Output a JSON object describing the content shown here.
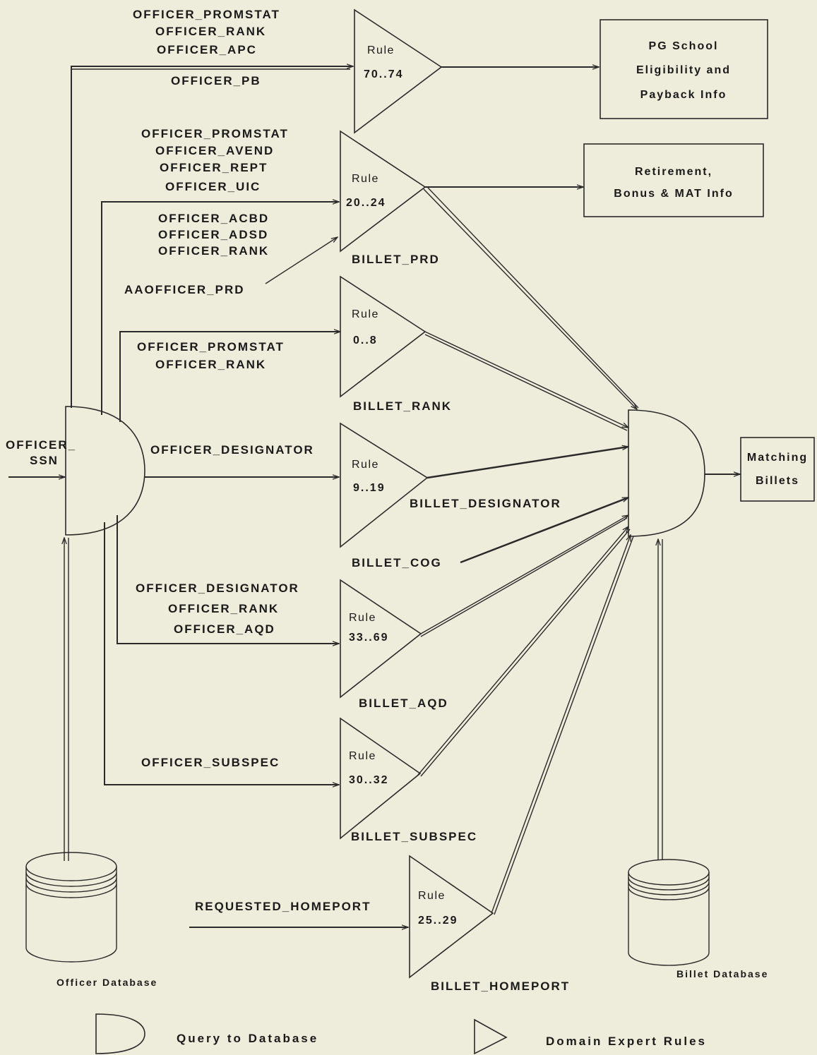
{
  "query_gates": {
    "officer": {
      "input_label_line1": "OFFICER_",
      "input_label_line2": "SSN"
    },
    "billet": {}
  },
  "rule_blocks": [
    {
      "id": "pg",
      "rule_word": "Rule",
      "range": "70..74",
      "output_label": "",
      "inputs": [
        "OFFICER_PROMSTAT",
        "OFFICER_RANK",
        "OFFICER_APC",
        "OFFICER_PB"
      ]
    },
    {
      "id": "retire",
      "rule_word": "Rule",
      "range": "20..24",
      "output_label": "BILLET_PRD",
      "inputs": [
        "OFFICER_PROMSTAT",
        "OFFICER_AVEND",
        "OFFICER_REPT",
        "OFFICER_UIC",
        "OFFICER_ACBD",
        "OFFICER_ADSD",
        "OFFICER_RANK",
        "AAOFFICER_PRD"
      ]
    },
    {
      "id": "rank",
      "rule_word": "Rule",
      "range": "0..8",
      "output_label": "BILLET_RANK",
      "inputs": [
        "OFFICER_PROMSTAT",
        "OFFICER_RANK"
      ]
    },
    {
      "id": "desig",
      "rule_word": "Rule",
      "range": "9..19",
      "output_label": "BILLET_DESIGNATOR",
      "inputs": [
        "OFFICER_DESIGNATOR"
      ]
    },
    {
      "id": "aqd",
      "rule_word": "Rule",
      "range": "33..69",
      "output_label": "BILLET_AQD",
      "inputs": [
        "OFFICER_DESIGNATOR",
        "OFFICER_RANK",
        "OFFICER_AQD"
      ]
    },
    {
      "id": "subspec",
      "rule_word": "Rule",
      "range": "30..32",
      "output_label": "BILLET_SUBSPEC",
      "inputs": [
        "OFFICER_SUBSPEC"
      ]
    },
    {
      "id": "homeport",
      "rule_word": "Rule",
      "range": "25..29",
      "output_label": "BILLET_HOMEPORT",
      "inputs": [
        "REQUESTED_HOMEPORT"
      ]
    }
  ],
  "extra_label": "BILLET_COG",
  "output_boxes": {
    "pg": [
      "PG School",
      "Eligibility and",
      "Payback Info"
    ],
    "retire": [
      "Retirement,",
      "Bonus & MAT Info"
    ],
    "matching": [
      "Matching",
      "Billets"
    ]
  },
  "databases": {
    "officer": "Officer Database",
    "billet": "Billet Database"
  },
  "legend": {
    "query": "Query to Database",
    "rules": "Domain Expert Rules"
  }
}
